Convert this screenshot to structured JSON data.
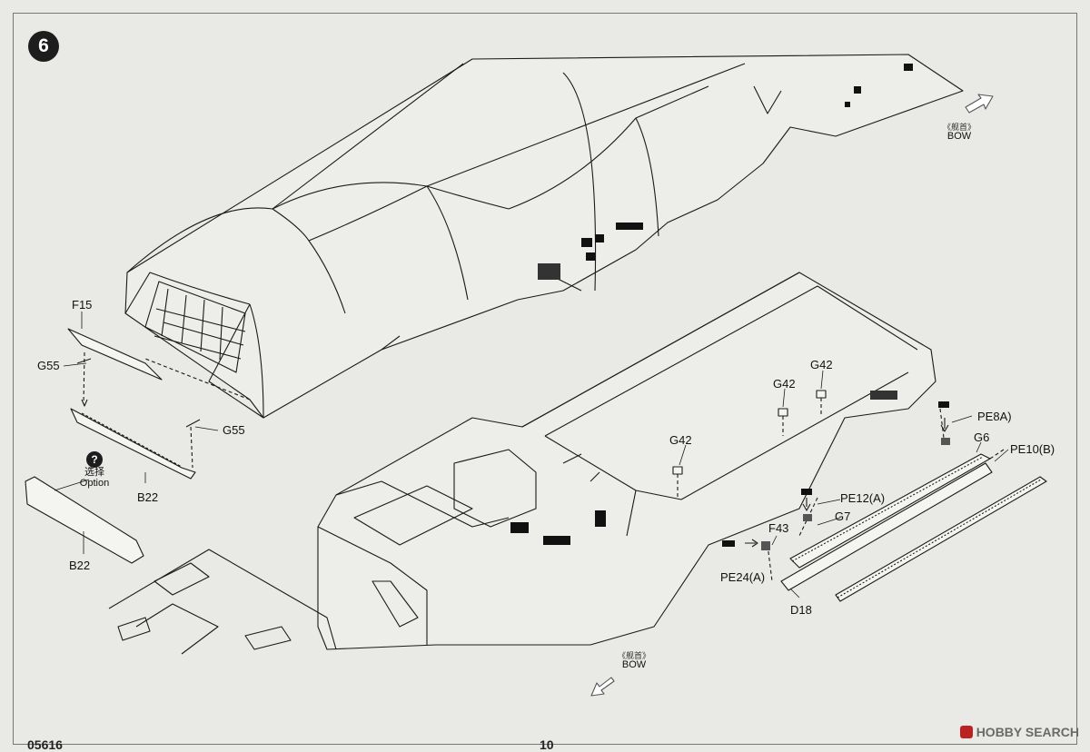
{
  "step": {
    "number": "6"
  },
  "orientation": {
    "top": {
      "cn": "《舰首》",
      "en": "BOW"
    },
    "bottom": {
      "cn": "《舰首》",
      "en": "BOW"
    }
  },
  "option": {
    "icon": "question-icon",
    "cn": "选择",
    "en": "Option"
  },
  "parts": {
    "f15": "F15",
    "g55_a": "G55",
    "g55_b": "G55",
    "b22_a": "B22",
    "b22_b": "B22",
    "g42_a": "G42",
    "g42_b": "G42",
    "g42_c": "G42",
    "pe8a": "PE8A)",
    "g6": "G6",
    "pe10b": "PE10(B)",
    "pe12a": "PE12(A)",
    "g7": "G7",
    "f43": "F43",
    "pe24a": "PE24(A)",
    "d18": "D18"
  },
  "footer": {
    "doc_id": "05616",
    "page": "10"
  },
  "watermark": {
    "text": "HOBBY SEARCH",
    "icon": "hobby-search-logo-icon"
  },
  "colors": {
    "line": "#1a1a1a",
    "paper": "#e9e9e6",
    "badge": "#1d1d1d"
  }
}
